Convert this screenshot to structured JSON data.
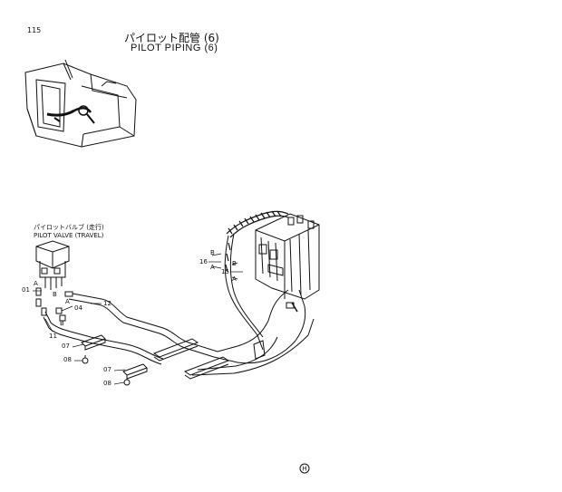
{
  "page": {
    "number": "115"
  },
  "title": {
    "japanese": "パイロット配管 (6)",
    "english": "PILOT PIPING (6)"
  },
  "valve_label": {
    "japanese": "パイロットバルブ (走行)",
    "english": "PILOT VALVE (TRAVEL)"
  },
  "callouts": {
    "c01": "01",
    "c04": "04",
    "c07a": "07",
    "c07b": "07",
    "c08a": "08",
    "c08b": "08",
    "c11": "11",
    "c12": "12",
    "c15": "15",
    "c16": "16",
    "port_a1": "A",
    "port_a2": "A",
    "port_a3": "A",
    "port_a4": "A",
    "port_b1": "B",
    "port_b2": "B",
    "port_b3": "B",
    "port_b4": "B"
  },
  "logo": {
    "text": "H"
  }
}
